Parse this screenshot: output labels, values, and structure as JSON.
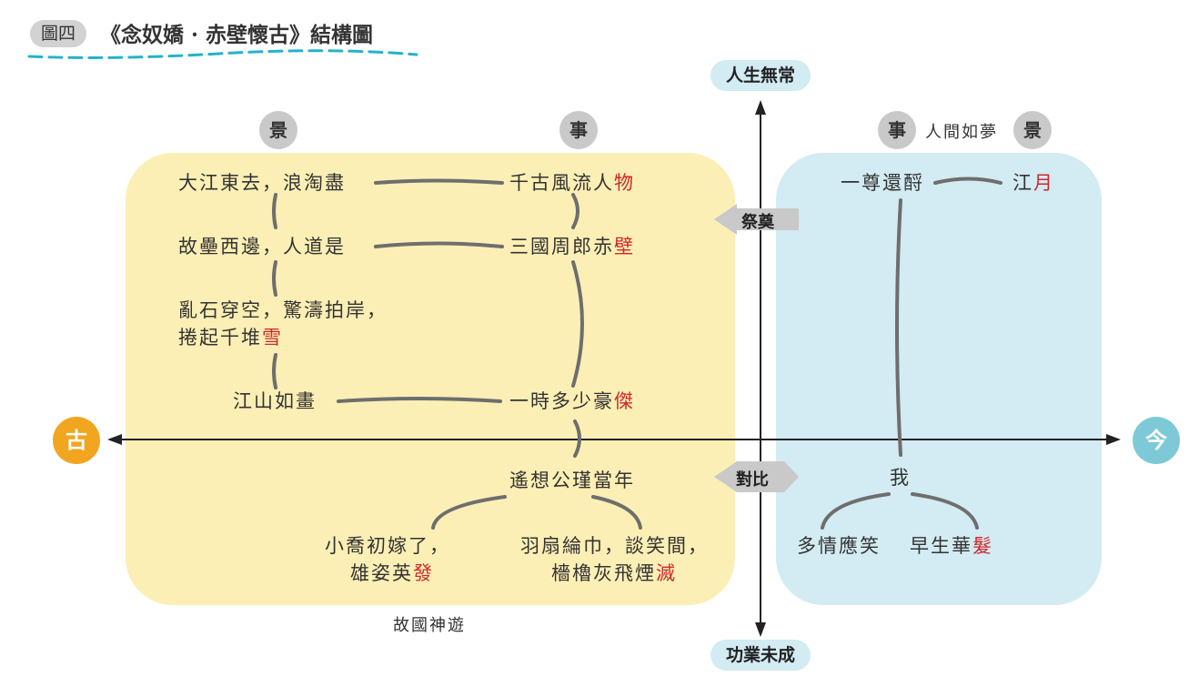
{
  "header": {
    "badge": "圖四",
    "title": "《念奴嬌 · 赤壁懷古》結構圖"
  },
  "axis": {
    "top": "人生無常",
    "bottom": "功業未成",
    "left": "古",
    "right": "今"
  },
  "labels": {
    "jing_left": "景",
    "shi_left": "事",
    "shi_right": "事",
    "jing_right": "景",
    "dream": "人間如夢",
    "sacrifice": "祭奠",
    "contrast": "對比",
    "travel": "故國神遊"
  },
  "past_scene": {
    "line1": "大江東去，浪淘盡",
    "line2": "故壘西邊，人道是",
    "line3a": "亂石穿空，驚濤拍岸，",
    "line3b_pre": "捲起千堆",
    "line3b_red": "雪",
    "line4": "江山如畫"
  },
  "past_event": {
    "line1_pre": "千古風流人",
    "line1_red": "物",
    "line2_pre": "三國周郎赤",
    "line2_red": "壁",
    "line3_pre": "一時多少豪",
    "line3_red": "傑",
    "line4": "遙想公瑾當年",
    "left_a": "小喬初嫁了，",
    "left_b_pre": "雄姿英",
    "left_b_red": "發",
    "right_a": "羽扇綸巾，談笑間，",
    "right_b_pre": "檣櫓灰飛煙",
    "right_b_red": "滅"
  },
  "present": {
    "toast": "一尊還酹",
    "moon_pre": "江",
    "moon_red": "月",
    "me": "我",
    "feel": "多情應笑",
    "hair_pre": "早生華",
    "hair_red": "髮"
  },
  "colors": {
    "yellow_panel": "#fcefb5",
    "blue_panel": "#d3ebf2",
    "past_circle": "#f2a51f",
    "present_circle": "#7ec9d8",
    "dash_underline": "#23b3c9",
    "highlight": "#d0282d"
  }
}
